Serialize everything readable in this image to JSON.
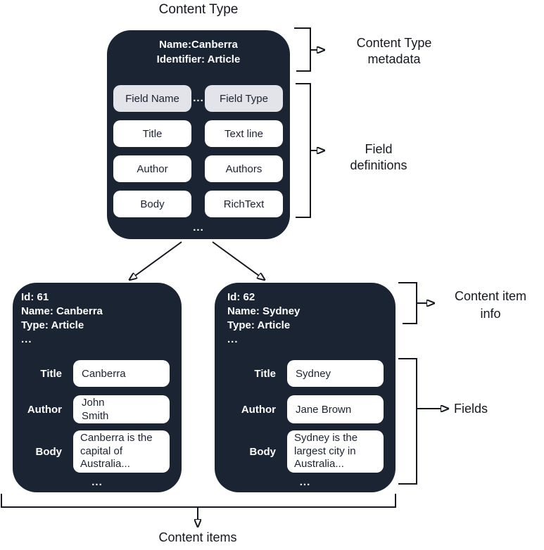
{
  "colors": {
    "card_bg": "#1b2433",
    "chip_bg": "#ffffff",
    "header_chip_bg": "#e2e4ea",
    "ink": "#15181f",
    "chip_text": "#1c2230",
    "card_text": "#ffffff"
  },
  "labels": {
    "title": "Content Type",
    "content_type_metadata": "Content Type\nmetadata",
    "field_definitions": "Field\ndefinitions",
    "content_item_info": "Content item\ninfo",
    "fields": "Fields",
    "content_items": "Content items"
  },
  "icons": {
    "connector_arrows": "arrow-icon",
    "brackets": "bracket-shape"
  },
  "content_type_card": {
    "name_line": "Name:Canberra",
    "identifier_line": "Identifier: Article",
    "ellipsis": "...",
    "header": {
      "name": "Field Name",
      "type": "Field Type"
    },
    "fields": [
      {
        "name": "Title",
        "type": "Text line"
      },
      {
        "name": "Author",
        "type": "Authors"
      },
      {
        "name": "Body",
        "type": "RichText"
      }
    ],
    "footer_ellipsis": "..."
  },
  "items": [
    {
      "id_line": "Id: 61",
      "name_line": "Name: Canberra",
      "type_line": "Type: Article",
      "ellipsis": "...",
      "fields": [
        {
          "label": "Title",
          "value": "Canberra"
        },
        {
          "label": "Author",
          "value": "John\nSmith"
        },
        {
          "label": "Body",
          "value": "Canberra is the capital of Australia..."
        }
      ],
      "footer_ellipsis": "..."
    },
    {
      "id_line": "Id: 62",
      "name_line": "Name: Sydney",
      "type_line": "Type: Article",
      "ellipsis": "...",
      "fields": [
        {
          "label": "Title",
          "value": "Sydney"
        },
        {
          "label": "Author",
          "value": "Jane Brown"
        },
        {
          "label": "Body",
          "value": "Sydney is the largest city in Australia..."
        }
      ],
      "footer_ellipsis": "..."
    }
  ]
}
